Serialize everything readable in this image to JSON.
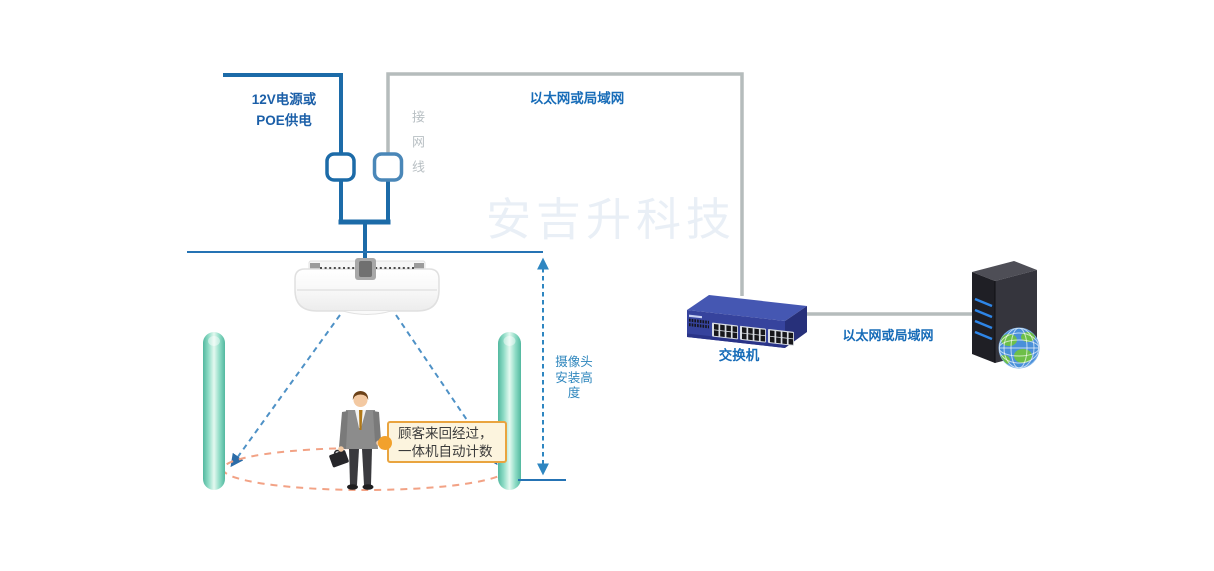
{
  "labels": {
    "power_supply": {
      "lines": [
        "12V电源或",
        "POE供电"
      ]
    },
    "network_cable": "接网线",
    "ethernet_top": "以太网或局域网",
    "ethernet_right": "以太网或局域网",
    "camera_height": {
      "lines": [
        "摄像头",
        "安装高",
        "度"
      ]
    },
    "switch": "交换机",
    "callout": {
      "lines": [
        "顾客来回经过，",
        "一体机自动计数"
      ]
    },
    "watermark": "安吉升科技"
  },
  "icons": {
    "camera_device": "ceiling-camera-device",
    "left_pillar": "gate-pillar",
    "right_pillar": "gate-pillar",
    "person": "customer-person",
    "switch": "network-switch",
    "server": "server-tower",
    "globe": "globe-icon"
  },
  "colors": {
    "power_line_blue": "#1c6ba8",
    "ethernet_line_gray": "#b5bcbc",
    "label_blue": "#176cb8",
    "label_gray": "#b9c0c4",
    "height_label_blue": "#2e86bd",
    "fov_line_blue": "#4e91c6",
    "walk_ellipse_orange": "#f2a285",
    "callout_border_orange": "#e9a43f",
    "callout_bg_cream": "#fcf4de",
    "pillar_teal": "#5bbba4",
    "watermark_blue": "#e9eff6"
  }
}
